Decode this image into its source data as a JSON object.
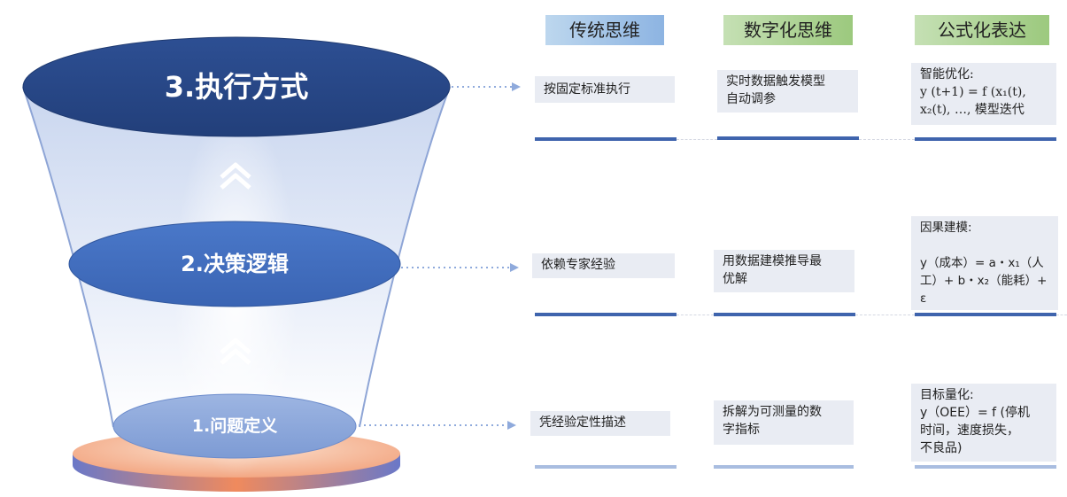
{
  "stages": [
    {
      "key": "execution",
      "label": "3.执行方式"
    },
    {
      "key": "decision",
      "label": "2.决策逻辑"
    },
    {
      "key": "problem",
      "label": "1.问题定义"
    }
  ],
  "columns": [
    {
      "key": "traditional",
      "label": "传统思维",
      "color": "#9dc3e6"
    },
    {
      "key": "digital",
      "label": "数字化思维",
      "color": "#a9d18e"
    },
    {
      "key": "formula",
      "label": "公式化表达",
      "color": "#a9d18e"
    }
  ],
  "rows": [
    {
      "traditional": "按固定标准执行",
      "digital": "实时数据触发模型\n自动调参",
      "formula": "智能优化:\ny (t+1) = f (x₁(t),\nx₂(t), …, 模型迭代"
    },
    {
      "traditional": "依赖专家经验",
      "digital": "用数据建模推导最\n优解",
      "formula": "因果建模:\n\ny（成本）= a・x₁（人\n工）+ b・x₂（能耗）+\nε"
    },
    {
      "traditional": "凭经验定性描述",
      "digital": "拆解为可测量的数\n字指标",
      "formula": "目标量化:\ny（OEE）= f (停机\n时间，速度损失，\n不良品)"
    }
  ],
  "colors": {
    "funnel_dark": "#2e4e8e",
    "funnel_mid": "#4472c4",
    "funnel_light": "#8faadc",
    "base_orange": "#f4a582",
    "bar_dark": "#3f64ad",
    "bar_light": "#a9bde0",
    "cell_bg": "#e9ecf3"
  }
}
